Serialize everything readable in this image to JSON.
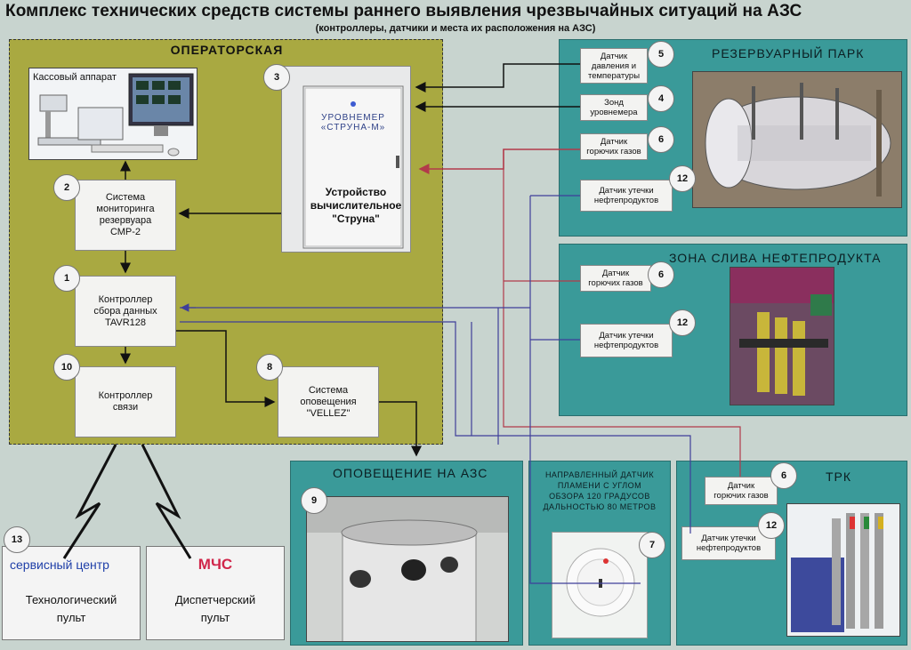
{
  "title": "Комплекс технических средств  системы раннего выявления чрезвычайных ситуаций на АЗС",
  "subtitle": "(контроллеры, датчики и места их расположения на АЗС)",
  "operator_room": {
    "title": "ОПЕРАТОРСКАЯ",
    "cash_register_label": "Кассовый аппарат",
    "struna_panel_label": "УРОВНЕМЕР\n«СТРУНА-М»",
    "struna_device_label": "Устройство\nвычислительное\n\"Струна\""
  },
  "blocks": {
    "smr": {
      "num": "2",
      "label": "Система\nмониторинга\nрезервуара\nСМР-2"
    },
    "tavr": {
      "num": "1",
      "label": "Контроллер\nсбора данных\nTAVR128"
    },
    "comm": {
      "num": "10",
      "label": "Контроллер\nсвязи"
    },
    "vellez": {
      "num": "8",
      "label": "Система\nоповещения\n\"VELLEZ\""
    },
    "struna": {
      "num": "3"
    }
  },
  "tank_park": {
    "title": "РЕЗЕРВУАРНЫЙ ПАРК",
    "sensors": [
      {
        "num": "5",
        "label": "Датчик\nдавления и\nтемпературы"
      },
      {
        "num": "4",
        "label": "Зонд\nуровнемера"
      },
      {
        "num": "6",
        "label": "Датчик\nгорючих газов"
      },
      {
        "num": "12",
        "label": "Датчик утечки\nнефтепродуктов"
      }
    ]
  },
  "drain_zone": {
    "title": "ЗОНА СЛИВА НЕФТЕПРОДУКТА",
    "sensors": [
      {
        "num": "6",
        "label": "Датчик\nгорючих газов"
      },
      {
        "num": "12",
        "label": "Датчик утечки\nнефтепродуктов"
      }
    ]
  },
  "alert": {
    "title": "ОПОВЕЩЕНИЕ НА АЗС",
    "num": "9"
  },
  "flame": {
    "label": "НАПРАВЛЕННЫЙ ДАТЧИК\nПЛАМЕНИ С УГЛОМ\nОБЗОРА 120 ГРАДУСОВ\nДАЛЬНОСТЬЮ 80 МЕТРОВ",
    "num": "7"
  },
  "trk": {
    "title": "ТРК",
    "sensors": [
      {
        "num": "6",
        "label": "Датчик\nгорючих газов"
      },
      {
        "num": "12",
        "label": "Датчик утечки\nнефтепродуктов"
      }
    ]
  },
  "service": {
    "num": "13",
    "name": "сервисный центр",
    "label": "Технологический\nпульт",
    "color": "#1f3fa8"
  },
  "mchs": {
    "name": "МЧС",
    "label": "Диспетчерский\nпульт",
    "color": "#d0264a"
  },
  "colors": {
    "panel": "#3a9a99",
    "operator": "#a9a941",
    "wire_red": "#b23a4a",
    "wire_blue": "#3f3f9a",
    "wire_black": "#111111"
  }
}
